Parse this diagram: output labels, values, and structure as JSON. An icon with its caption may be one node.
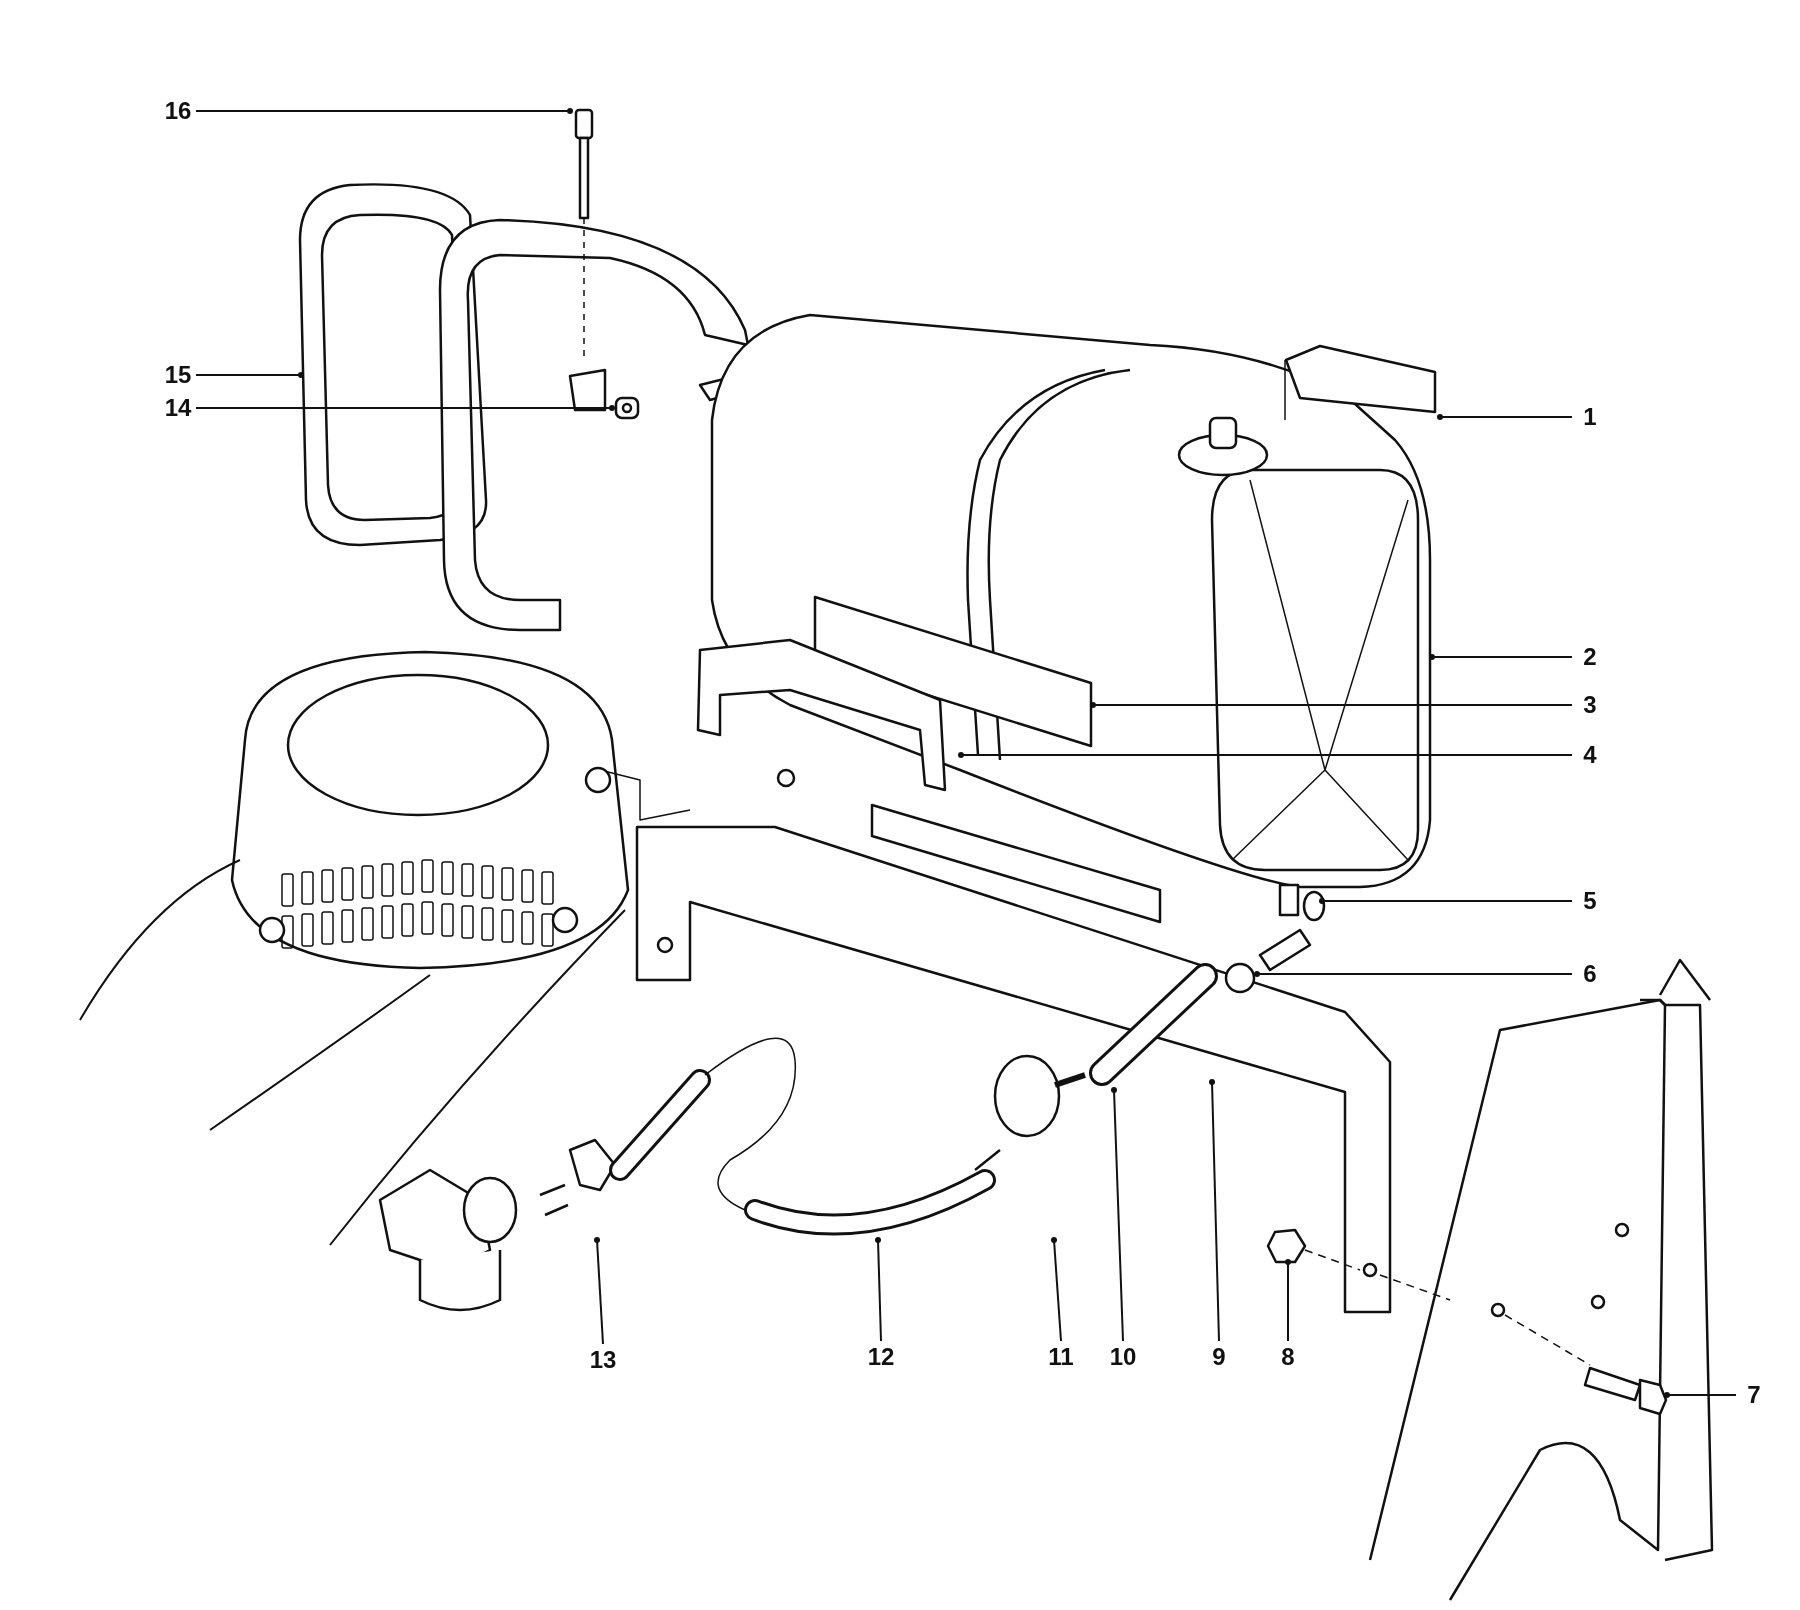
{
  "diagram": {
    "nodes": [
      {
        "text": [
          "1"
        ]
      },
      {
        "text": [
          "2"
        ]
      },
      {
        "text": [
          "3"
        ]
      },
      {
        "text": [
          "4"
        ]
      },
      {
        "text": [
          "5"
        ]
      },
      {
        "text": [
          "6"
        ]
      },
      {
        "text": [
          "7"
        ]
      },
      {
        "text": [
          "8"
        ]
      },
      {
        "text": [
          "9"
        ]
      },
      {
        "text": [
          "10"
        ]
      },
      {
        "text": [
          "11"
        ]
      },
      {
        "text": [
          "12"
        ]
      },
      {
        "text": [
          "13"
        ]
      },
      {
        "text": [
          "14"
        ]
      },
      {
        "text": [
          "15"
        ]
      },
      {
        "text": [
          "16"
        ]
      }
    ],
    "edges": [
      {
        "from": 0,
        "to": null,
        "arrow": "other"
      },
      {
        "from": 1,
        "to": null,
        "arrow": "other"
      },
      {
        "from": 2,
        "to": null,
        "arrow": "other"
      },
      {
        "from": 3,
        "to": null,
        "arrow": "other"
      },
      {
        "from": 4,
        "to": null,
        "arrow": "other"
      },
      {
        "from": 5,
        "to": null,
        "arrow": "other"
      },
      {
        "from": 6,
        "to": null,
        "arrow": "other"
      },
      {
        "from": 7,
        "to": null,
        "arrow": "other"
      },
      {
        "from": 8,
        "to": null,
        "arrow": "other"
      },
      {
        "from": 9,
        "to": null,
        "arrow": "other"
      },
      {
        "from": 10,
        "to": null,
        "arrow": "other"
      },
      {
        "from": 11,
        "to": null,
        "arrow": "other"
      },
      {
        "from": 12,
        "to": null,
        "arrow": "other"
      },
      {
        "from": 13,
        "to": null,
        "arrow": "other"
      },
      {
        "from": 14,
        "to": null,
        "arrow": "other"
      },
      {
        "from": 15,
        "to": null,
        "arrow": "other"
      }
    ]
  }
}
